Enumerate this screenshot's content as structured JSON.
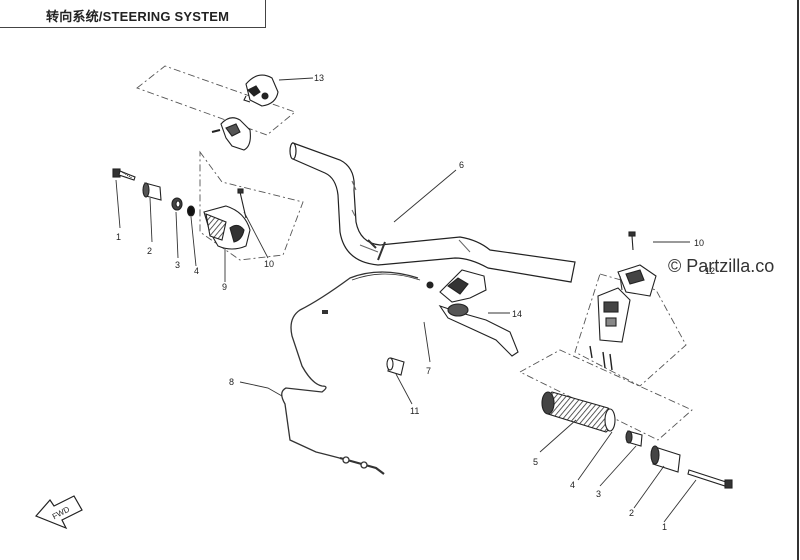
{
  "title": "转向系统/STEERING SYSTEM",
  "watermark": "© Partzilla.co",
  "fwd_label": "FWD",
  "callouts": {
    "c1_left": "1",
    "c2_left": "2",
    "c3_left": "3",
    "c4_left": "4",
    "c9": "9",
    "c10_left": "10",
    "c13": "13",
    "c6": "6",
    "c10_right": "10",
    "c12": "12",
    "c14": "14",
    "c7": "7",
    "c8": "8",
    "c11": "11",
    "c5": "5",
    "c4_right": "4",
    "c3_right": "3",
    "c2_right": "2",
    "c1_right": "1"
  }
}
